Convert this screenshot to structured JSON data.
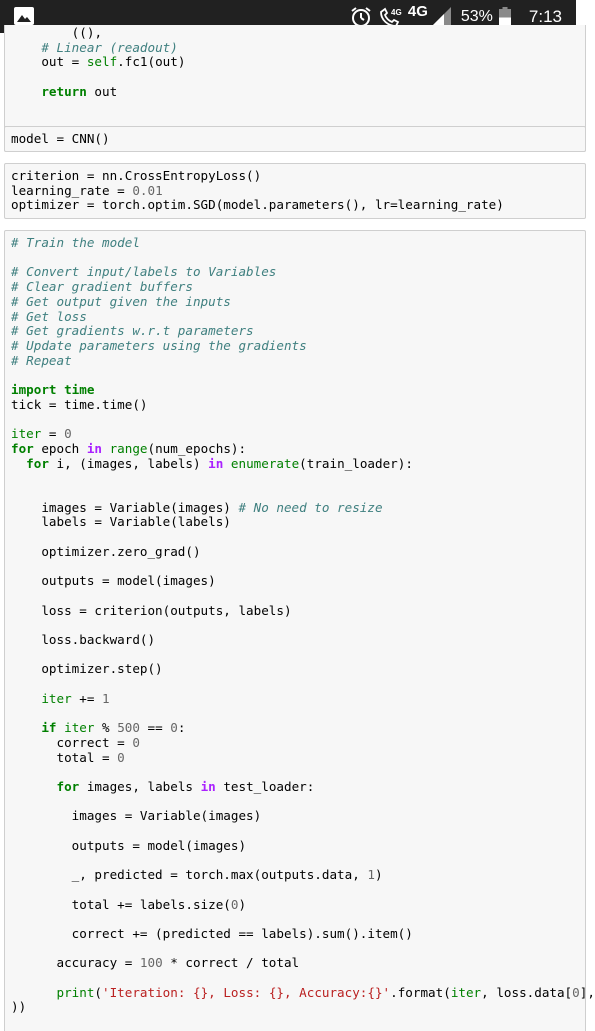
{
  "status_bar": {
    "network_label": "4G",
    "call_net_label": "4G",
    "battery_percent": "53%",
    "time": "7:13",
    "icons": [
      "gallery-icon",
      "alarm-icon",
      "hd-call-icon",
      "signal-icon",
      "battery-icon"
    ]
  },
  "cells": {
    "cell1": {
      "lines": [
        {
          "segs": [
            {
              "t": "        ",
              "c": "pl"
            },
            {
              "t": "(",
              "c": "pl"
            },
            {
              "t": "(",
              "c": "pl"
            },
            {
              "t": "),",
              "c": "pl"
            }
          ]
        },
        {
          "segs": [
            {
              "t": "    ",
              "c": "pl"
            },
            {
              "t": "# Linear (readout)",
              "c": "cm"
            }
          ]
        },
        {
          "segs": [
            {
              "t": "    out = ",
              "c": "pl"
            },
            {
              "t": "self",
              "c": "bi"
            },
            {
              "t": ".fc1(out)",
              "c": "pl"
            }
          ]
        },
        {
          "segs": []
        },
        {
          "segs": [
            {
              "t": "    ",
              "c": "pl"
            },
            {
              "t": "return",
              "c": "kw"
            },
            {
              "t": " out",
              "c": "pl"
            }
          ]
        }
      ]
    },
    "cell2": {
      "lines": [
        {
          "segs": [
            {
              "t": "model = CNN()",
              "c": "pl"
            }
          ]
        }
      ]
    },
    "cell3": {
      "lines": [
        {
          "segs": [
            {
              "t": "criterion = nn.CrossEntropyLoss()",
              "c": "pl"
            }
          ]
        },
        {
          "segs": [
            {
              "t": "learning_rate = ",
              "c": "pl"
            },
            {
              "t": "0.01",
              "c": "num"
            }
          ]
        },
        {
          "segs": [
            {
              "t": "optimizer = torch.optim.SGD(model.parameters(), lr=learning_rate)",
              "c": "pl"
            }
          ]
        }
      ]
    },
    "cell4": {
      "lines": [
        {
          "segs": [
            {
              "t": "# Train the model",
              "c": "cm"
            }
          ]
        },
        {
          "segs": []
        },
        {
          "segs": [
            {
              "t": "# Convert input/labels to Variables",
              "c": "cm"
            }
          ]
        },
        {
          "segs": [
            {
              "t": "# Clear gradient buffers",
              "c": "cm"
            }
          ]
        },
        {
          "segs": [
            {
              "t": "# Get output given the inputs",
              "c": "cm"
            }
          ]
        },
        {
          "segs": [
            {
              "t": "# Get loss",
              "c": "cm"
            }
          ]
        },
        {
          "segs": [
            {
              "t": "# Get gradients w.r.t parameters",
              "c": "cm"
            }
          ]
        },
        {
          "segs": [
            {
              "t": "# Update parameters using the gradients",
              "c": "cm"
            }
          ]
        },
        {
          "segs": [
            {
              "t": "# Repeat",
              "c": "cm"
            }
          ]
        },
        {
          "segs": []
        },
        {
          "segs": [
            {
              "t": "import",
              "c": "kw"
            },
            {
              "t": " ",
              "c": "pl"
            },
            {
              "t": "time",
              "c": "kw"
            }
          ]
        },
        {
          "segs": [
            {
              "t": "tick = time.time()",
              "c": "pl"
            }
          ]
        },
        {
          "segs": []
        },
        {
          "segs": [
            {
              "t": "iter",
              "c": "bi"
            },
            {
              "t": " = ",
              "c": "pl"
            },
            {
              "t": "0",
              "c": "num"
            }
          ]
        },
        {
          "segs": [
            {
              "t": "for",
              "c": "kw"
            },
            {
              "t": " epoch ",
              "c": "pl"
            },
            {
              "t": "in",
              "c": "op"
            },
            {
              "t": " ",
              "c": "pl"
            },
            {
              "t": "range",
              "c": "bi"
            },
            {
              "t": "(num_epochs):",
              "c": "pl"
            }
          ]
        },
        {
          "segs": [
            {
              "t": "  ",
              "c": "pl"
            },
            {
              "t": "for",
              "c": "kw"
            },
            {
              "t": " i, (images, labels) ",
              "c": "pl"
            },
            {
              "t": "in",
              "c": "op"
            },
            {
              "t": " ",
              "c": "pl"
            },
            {
              "t": "enumerate",
              "c": "bi"
            },
            {
              "t": "(train_loader):",
              "c": "pl"
            }
          ]
        },
        {
          "segs": []
        },
        {
          "segs": []
        },
        {
          "segs": [
            {
              "t": "    images = Variable(images) ",
              "c": "pl"
            },
            {
              "t": "# No need to resize",
              "c": "cm"
            }
          ]
        },
        {
          "segs": [
            {
              "t": "    labels = Variable(labels)",
              "c": "pl"
            }
          ]
        },
        {
          "segs": []
        },
        {
          "segs": [
            {
              "t": "    optimizer.zero_grad()",
              "c": "pl"
            }
          ]
        },
        {
          "segs": []
        },
        {
          "segs": [
            {
              "t": "    outputs = model(images)",
              "c": "pl"
            }
          ]
        },
        {
          "segs": []
        },
        {
          "segs": [
            {
              "t": "    loss = criterion(outputs, labels)",
              "c": "pl"
            }
          ]
        },
        {
          "segs": []
        },
        {
          "segs": [
            {
              "t": "    loss.backward()",
              "c": "pl"
            }
          ]
        },
        {
          "segs": []
        },
        {
          "segs": [
            {
              "t": "    optimizer.step()",
              "c": "pl"
            }
          ]
        },
        {
          "segs": []
        },
        {
          "segs": [
            {
              "t": "    ",
              "c": "pl"
            },
            {
              "t": "iter",
              "c": "bi"
            },
            {
              "t": " += ",
              "c": "pl"
            },
            {
              "t": "1",
              "c": "num"
            }
          ]
        },
        {
          "segs": []
        },
        {
          "segs": [
            {
              "t": "    ",
              "c": "pl"
            },
            {
              "t": "if",
              "c": "kw"
            },
            {
              "t": " ",
              "c": "pl"
            },
            {
              "t": "iter",
              "c": "bi"
            },
            {
              "t": " % ",
              "c": "pl"
            },
            {
              "t": "500",
              "c": "num"
            },
            {
              "t": " == ",
              "c": "pl"
            },
            {
              "t": "0",
              "c": "num"
            },
            {
              "t": ":",
              "c": "pl"
            }
          ]
        },
        {
          "segs": [
            {
              "t": "      correct = ",
              "c": "pl"
            },
            {
              "t": "0",
              "c": "num"
            }
          ]
        },
        {
          "segs": [
            {
              "t": "      total = ",
              "c": "pl"
            },
            {
              "t": "0",
              "c": "num"
            }
          ]
        },
        {
          "segs": []
        },
        {
          "segs": [
            {
              "t": "      ",
              "c": "pl"
            },
            {
              "t": "for",
              "c": "kw"
            },
            {
              "t": " images, labels ",
              "c": "pl"
            },
            {
              "t": "in",
              "c": "op"
            },
            {
              "t": " test_loader:",
              "c": "pl"
            }
          ]
        },
        {
          "segs": []
        },
        {
          "segs": [
            {
              "t": "        images = Variable(images)",
              "c": "pl"
            }
          ]
        },
        {
          "segs": []
        },
        {
          "segs": [
            {
              "t": "        outputs = model(images)",
              "c": "pl"
            }
          ]
        },
        {
          "segs": []
        },
        {
          "segs": [
            {
              "t": "        _, predicted = torch.max(outputs.data, ",
              "c": "pl"
            },
            {
              "t": "1",
              "c": "num"
            },
            {
              "t": ")",
              "c": "pl"
            }
          ]
        },
        {
          "segs": []
        },
        {
          "segs": [
            {
              "t": "        total += labels.size(",
              "c": "pl"
            },
            {
              "t": "0",
              "c": "num"
            },
            {
              "t": ")",
              "c": "pl"
            }
          ]
        },
        {
          "segs": []
        },
        {
          "segs": [
            {
              "t": "        correct += (predicted == labels).sum().item()",
              "c": "pl"
            }
          ]
        },
        {
          "segs": []
        },
        {
          "segs": [
            {
              "t": "      accuracy = ",
              "c": "pl"
            },
            {
              "t": "100",
              "c": "num"
            },
            {
              "t": " * correct / total",
              "c": "pl"
            }
          ]
        },
        {
          "segs": []
        },
        {
          "segs": [
            {
              "t": "      ",
              "c": "pl"
            },
            {
              "t": "print",
              "c": "bi"
            },
            {
              "t": "(",
              "c": "pl"
            },
            {
              "t": "'Iteration: {}, Loss: {}, Accuracy:{}'",
              "c": "st"
            },
            {
              "t": ".format(",
              "c": "pl"
            },
            {
              "t": "iter",
              "c": "bi"
            },
            {
              "t": ", loss.data[",
              "c": "pl"
            },
            {
              "t": "0",
              "c": "num"
            },
            {
              "t": "],",
              "c": "pl"
            }
          ]
        },
        {
          "segs": [
            {
              "t": "))",
              "c": "pl"
            }
          ]
        }
      ]
    }
  }
}
